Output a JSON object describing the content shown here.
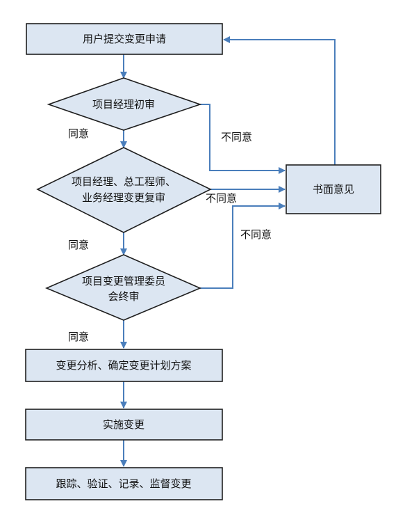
{
  "diagram": {
    "accent_color": "#4a7ebb",
    "node_fill": "#dce6f2",
    "nodes": {
      "submit": "用户提交变更申请",
      "pm_review": "项目经理初审",
      "joint_review_1": "项目经理、总工程师、",
      "joint_review_2": "业务经理变更复审",
      "committee_1": "项目变更管理委员",
      "committee_2": "会终审",
      "analysis": "变更分析、确定变更计划方案",
      "implement": "实施变更",
      "track": "跟踪、验证、记录、监督变更",
      "written_opinion": "书面意见"
    },
    "edges": {
      "agree_1": "同意",
      "agree_2": "同意",
      "agree_3": "同意",
      "disagree_1": "不同意",
      "disagree_2": "不同意",
      "disagree_3": "不同意"
    }
  }
}
